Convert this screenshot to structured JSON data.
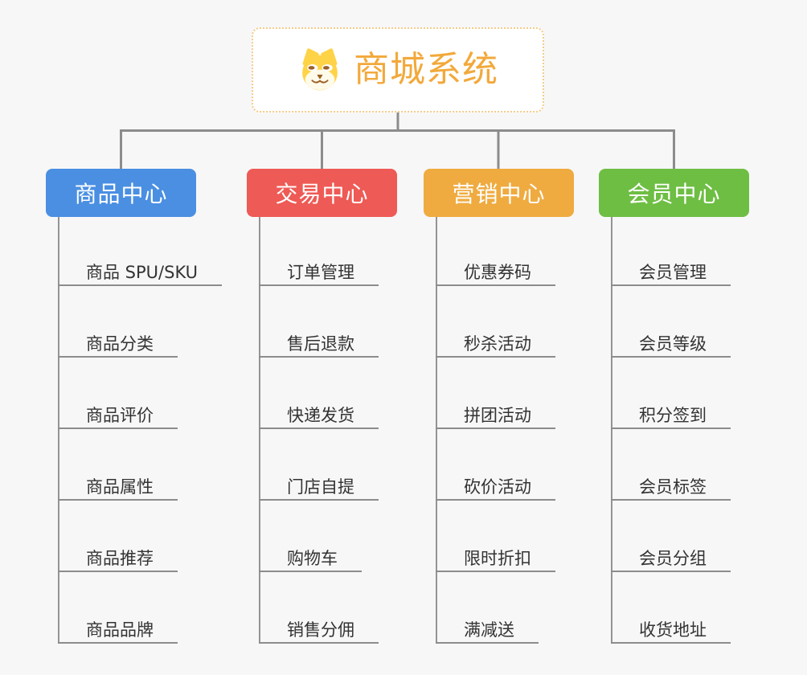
{
  "root": {
    "title": "商城系统",
    "icon": "dog-face-icon",
    "text_color": "#F2A93B",
    "border_color": "#F5CB87"
  },
  "colors": {
    "background": "#F7F7F7",
    "connector_line": "#8C8C8C",
    "item_text": "#333333",
    "header_text": "#FFFFFF"
  },
  "branches": [
    {
      "label": "商品中心",
      "color": "#4A8FE2",
      "items": [
        "商品 SPU/SKU",
        "商品分类",
        "商品评价",
        "商品属性",
        "商品推荐",
        "商品品牌"
      ]
    },
    {
      "label": "交易中心",
      "color": "#EE5A55",
      "items": [
        "订单管理",
        "售后退款",
        "快递发货",
        "门店自提",
        "购物车",
        "销售分佣"
      ]
    },
    {
      "label": "营销中心",
      "color": "#EFAB40",
      "items": [
        "优惠券码",
        "秒杀活动",
        "拼团活动",
        "砍价活动",
        "限时折扣",
        "满减送"
      ]
    },
    {
      "label": "会员中心",
      "color": "#6EBE44",
      "items": [
        "会员管理",
        "会员等级",
        "积分签到",
        "会员标签",
        "会员分组",
        "收货地址"
      ]
    }
  ]
}
